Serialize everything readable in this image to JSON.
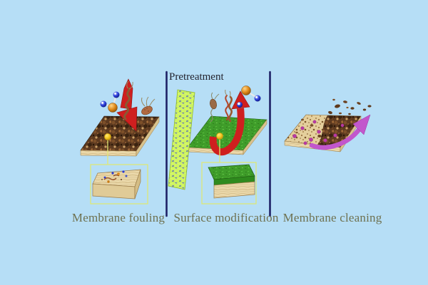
{
  "figure": {
    "background_color": "#b6def6",
    "divider_color": "#1e2166",
    "annotation": "Pretreatment",
    "panels": [
      {
        "id": "membrane-fouling",
        "label": "Membrane fouling"
      },
      {
        "id": "surface-modification",
        "label": "Surface modification"
      },
      {
        "id": "membrane-cleaning",
        "label": "Membrane cleaning"
      }
    ],
    "colors": {
      "fouled_membrane_brown": "#5d3a20",
      "membrane_substrate_tan": "#ead8aa",
      "modified_membrane_green": "#3f9d2a",
      "pretreatment_mesh_chartreuse": "#d4f766",
      "deposition_arrow_red": "#cf1f1f",
      "cleaning_arrow_magenta": "#c257cc",
      "foulant_sphere_orange": "#e08a1a",
      "foulant_sphere_blue": "#2a3bd6",
      "zoom_marker_yellow": "#f2c51d",
      "inset_box_yellow": "#dde878",
      "label_text_olive": "#6e7150",
      "annotation_text_dark": "#24242f"
    },
    "icons": {
      "left_panel": [
        "fouled-membrane-icon",
        "deposition-arrow-icon",
        "foulant-molecule-icon",
        "spiral-bacterium-icon",
        "flagellated-bacterium-icon",
        "zoom-marker-icon",
        "membrane-cross-section-inset"
      ],
      "middle_panel": [
        "pretreatment-mesh-icon",
        "modified-membrane-icon",
        "rejection-arrow-icon",
        "foulant-molecule-icon",
        "bacterium-icons",
        "zoom-marker-icon",
        "coated-membrane-inset"
      ],
      "right_panel": [
        "partially-cleaned-membrane-icon",
        "cleaning-arrow-icon",
        "debris-particles-icon",
        "cleaning-agent-dots"
      ]
    }
  }
}
